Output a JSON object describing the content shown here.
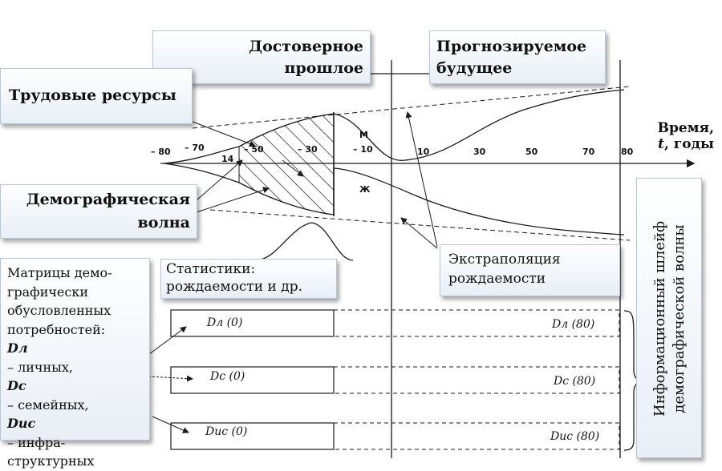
{
  "boxes": {
    "past": [
      "Достоверное",
      "прошлое"
    ],
    "future": [
      "Прогнозируемое",
      "будущее"
    ],
    "labor": "Трудовые ресурсы",
    "demographic_wave": [
      "Демографическая",
      "волна"
    ],
    "statistics": [
      "Статистики:",
      "рождаемости и др."
    ],
    "extrapolation": [
      "Экстраполяция",
      "рождаемости"
    ],
    "matrices": [
      "Матрицы демо-",
      "графически",
      "обусловленных",
      "потребностей:"
    ],
    "matrix_items": [
      {
        "sym": "Dл",
        "text": " – личных,"
      },
      {
        "sym": "Dс",
        "text": " – семейных,"
      },
      {
        "sym": "Dис",
        "text": " – инфра-"
      }
    ],
    "matrix_tail": "структурных",
    "info_tail": [
      "Информационный шлейф",
      "демографической волны"
    ]
  },
  "axis": {
    "time_label": "Время,",
    "time_unit_var": "t",
    "time_unit": ", годы",
    "ticks_left": [
      "– 80",
      "– 70",
      "– 50",
      "– 30",
      "– 10"
    ],
    "tick_14": "14",
    "ticks_right": [
      "10",
      "30",
      "50",
      "70",
      "80"
    ],
    "m": "М",
    "f": "Ж"
  },
  "matrices": {
    "row1": {
      "left": "Dл (0)",
      "right": "Dл (80)"
    },
    "row2": {
      "left": "Dс (0)",
      "right": "Dс (80)"
    },
    "row3": {
      "left": "Dис (0)",
      "right": "Dис (80)"
    }
  },
  "colors": {
    "line": "#1a1a1a",
    "box_border": "#b9c6d8",
    "box_bg": "#eef2f8"
  }
}
